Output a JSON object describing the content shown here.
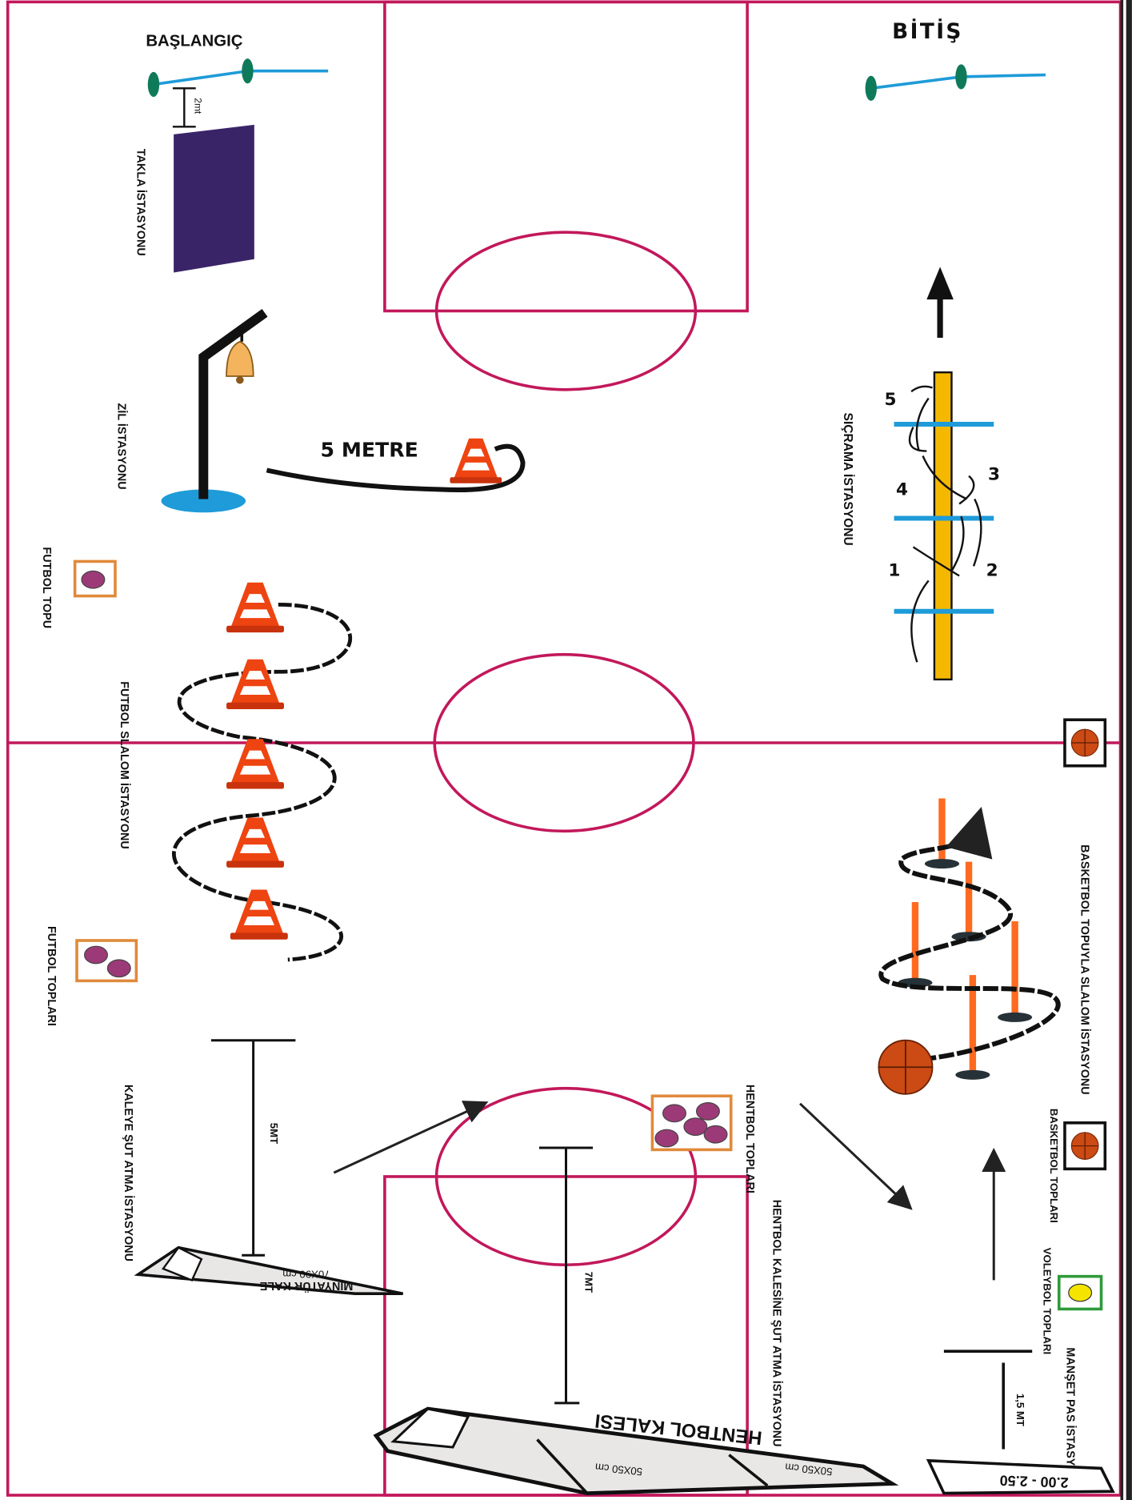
{
  "start": {
    "label": "BAŞLANGIÇ",
    "gap": "2mt"
  },
  "finish": {
    "label": "BİTİŞ"
  },
  "stations": {
    "roll": "TAKLA İSTASYONU",
    "bell": "ZİL İSTASYONU",
    "bell_distance": "5 METRE",
    "football_ball": "FUTBOL TOPU",
    "football_slalom": "FUTBOL SLALOM İSTASYONU",
    "football_balls": "FUTBOL TOPLARI",
    "goal_shot": "KALEYE ŞUT ATMA İSTASYONU",
    "goal_shot_distance": "5MT",
    "mini_goal_name": "MİNYATÜR KALE",
    "mini_goal_size": "70X90 cm",
    "handball_balls": "HENTBOL TOPLARI",
    "handball_goal_shot": "HENTBOL KALESİNE ŞUT ATMA İSTASYONU",
    "handball_distance": "7MT",
    "handball_goal_name": "HENTBOL KALESİ",
    "handball_goal_size_1": "50X50 cm",
    "handball_goal_size_2": "50X50 cm",
    "jump": "SIÇRAMA İSTASYONU",
    "jump_steps": [
      "1",
      "2",
      "3",
      "4",
      "5"
    ],
    "basket_slalom": "BASKETBOL TOPUYLA SLALOM İSTASYONU",
    "basket_balls": "BASKETBOL TOPLARI",
    "volley_balls": "VOLEYBOL TOPLARI",
    "pass": "MANŞET PAS İSTASYONU",
    "pass_distance": "1,5 MT",
    "net_height": "2.00 - 2.50"
  },
  "colors": {
    "court_line": "#c2185b",
    "mat": "#3a2468",
    "cone": "#ee4411",
    "ball_purple": "#9c3a78",
    "ball_basket": "#cc4a14",
    "jump_bar": "#f5b800",
    "hurdle": "#1e9bd8",
    "post_head": "#0f7a5a"
  },
  "icons": [
    "bell-icon",
    "cone-icon",
    "football-icon",
    "basketball-icon",
    "volleyball-icon",
    "arrow-up-icon"
  ]
}
